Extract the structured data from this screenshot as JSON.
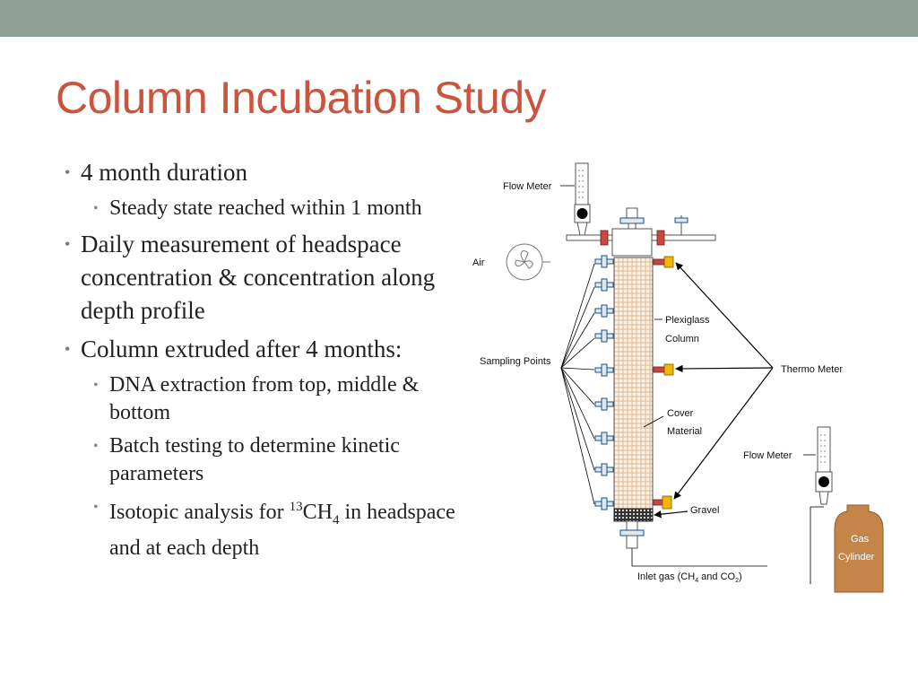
{
  "slide": {
    "title": "Column Incubation Study",
    "bullets": {
      "b1": "4 month duration",
      "b1_1": "Steady state reached within 1 month",
      "b2": "Daily measurement of headspace concentration & concentration along depth profile",
      "b3": "Column extruded after 4 months:",
      "b3_1": "DNA extraction from top, middle & bottom",
      "b3_2": "Batch testing to determine kinetic parameters",
      "b3_3_pre": "Isotopic analysis for ",
      "b3_3_sup": "13",
      "b3_3_ch": "CH",
      "b3_3_sub": "4",
      "b3_3_post": " in headspace and at each depth"
    }
  },
  "diagram": {
    "labels": {
      "flow_meter_top": "Flow Meter",
      "air": "Air",
      "plexiglass_1": "Plexiglass",
      "plexiglass_2": "Column",
      "sampling_points": "Sampling Points",
      "thermo_meter": "Thermo Meter",
      "cover_1": "Cover",
      "cover_2": "Material",
      "flow_meter_bottom": "Flow Meter",
      "gravel": "Gravel",
      "gas_1": "Gas",
      "gas_2": "Cylinder",
      "inlet_pre": "Inlet gas (CH",
      "inlet_sub1": "4",
      "inlet_mid": " and CO",
      "inlet_sub2": "2",
      "inlet_post": ")"
    }
  },
  "colors": {
    "top_bar": "#8f9f96",
    "title": "#c9553e",
    "thermo_red": "#c9473d",
    "thermo_yellow": "#f2b800",
    "gas_cylinder": "#c58549",
    "cover_material": "#d8b490"
  }
}
